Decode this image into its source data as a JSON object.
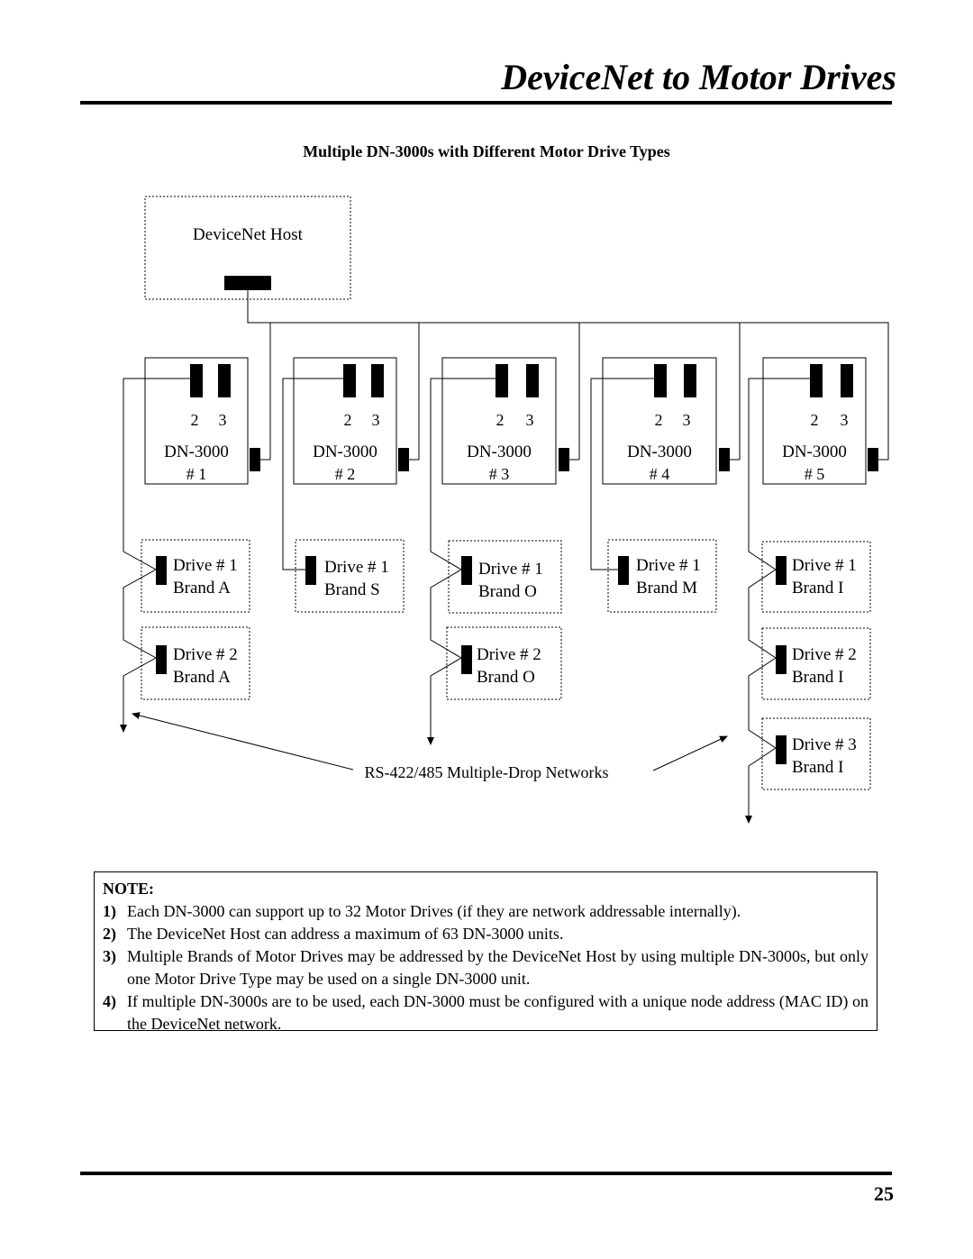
{
  "header": {
    "title": "DeviceNet to Motor Drives"
  },
  "diagram": {
    "title": "Multiple DN-3000s with Different Motor Drive Types",
    "host_label": "DeviceNet Host",
    "port_labels": [
      "2",
      "3"
    ],
    "units": [
      {
        "model": "DN-3000",
        "number": "# 1"
      },
      {
        "model": "DN-3000",
        "number": "# 2"
      },
      {
        "model": "DN-3000",
        "number": "# 3"
      },
      {
        "model": "DN-3000",
        "number": "# 4"
      },
      {
        "model": "DN-3000",
        "number": "# 5"
      }
    ],
    "drives": [
      {
        "unit": 1,
        "name": "Drive # 1",
        "brand": "Brand A"
      },
      {
        "unit": 1,
        "name": "Drive # 2",
        "brand": "Brand A"
      },
      {
        "unit": 2,
        "name": "Drive # 1",
        "brand": "Brand S"
      },
      {
        "unit": 3,
        "name": "Drive # 1",
        "brand": "Brand O"
      },
      {
        "unit": 3,
        "name": "Drive # 2",
        "brand": "Brand O"
      },
      {
        "unit": 4,
        "name": "Drive # 1",
        "brand": "Brand M"
      },
      {
        "unit": 5,
        "name": "Drive # 1",
        "brand": "Brand I"
      },
      {
        "unit": 5,
        "name": "Drive # 2",
        "brand": "Brand I"
      },
      {
        "unit": 5,
        "name": "Drive # 3",
        "brand": "Brand I"
      }
    ],
    "network_label": "RS-422/485 Multiple-Drop Networks"
  },
  "note": {
    "title": "NOTE:",
    "items": [
      {
        "num": "1)",
        "text": "Each DN-3000 can support up to 32 Motor Drives (if they are network addressable internally)."
      },
      {
        "num": "2)",
        "text": "The DeviceNet Host can address a maximum of 63 DN-3000 units."
      },
      {
        "num": "3)",
        "text": "Multiple Brands of Motor Drives may be addressed by the DeviceNet Host by using multiple DN-3000s, but only one Motor Drive Type may be used on a single DN-3000 unit."
      },
      {
        "num": "4)",
        "text": "If multiple DN-3000s are to be used, each DN-3000 must be configured with a unique node address (MAC ID) on the DeviceNet network."
      }
    ]
  },
  "footer": {
    "page_number": "25"
  }
}
